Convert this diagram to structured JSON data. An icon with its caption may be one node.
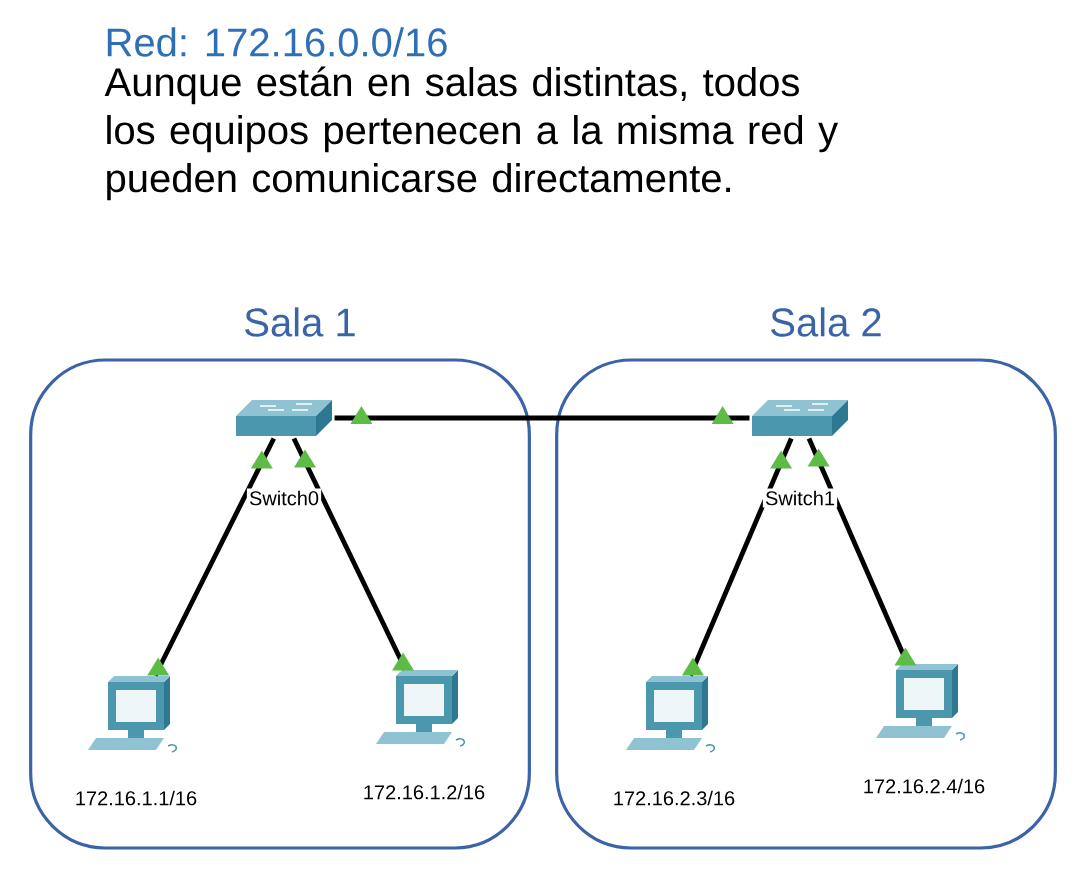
{
  "diagram": {
    "title": "Red: 172.16.0.0/16",
    "caption": "Aunque están en salas distintas, todos los equipos pertenecen a la misma red y pueden comunicarse directamente.",
    "nodes": [
      {
        "text": [
          "Sala 1"
        ]
      },
      {
        "text": [
          "Sala 2"
        ]
      },
      {
        "text": [],
        "shape": "picture",
        "beside": [
          "Switch0"
        ],
        "in": 0
      },
      {
        "text": [],
        "shape": "picture",
        "beside": [
          "Switch1"
        ],
        "in": 1
      },
      {
        "text": [],
        "shape": "picture",
        "beside": [
          "172.16.1.1/16"
        ],
        "in": 0
      },
      {
        "text": [],
        "shape": "picture",
        "beside": [
          "172.16.1.2/16"
        ],
        "in": 0
      },
      {
        "text": [],
        "shape": "picture",
        "beside": [
          "172.16.2.3/16"
        ],
        "in": 1
      },
      {
        "text": [],
        "shape": "picture",
        "beside": [
          "172.16.2.4/16"
        ],
        "in": 1
      }
    ],
    "edges": [
      {
        "from": 2,
        "to": 3,
        "arrow": "none"
      },
      {
        "from": 2,
        "to": 4,
        "arrow": "none"
      },
      {
        "from": 2,
        "to": 5,
        "arrow": "none"
      },
      {
        "from": 3,
        "to": 6,
        "arrow": "none"
      },
      {
        "from": 3,
        "to": 7,
        "arrow": "none"
      }
    ]
  }
}
